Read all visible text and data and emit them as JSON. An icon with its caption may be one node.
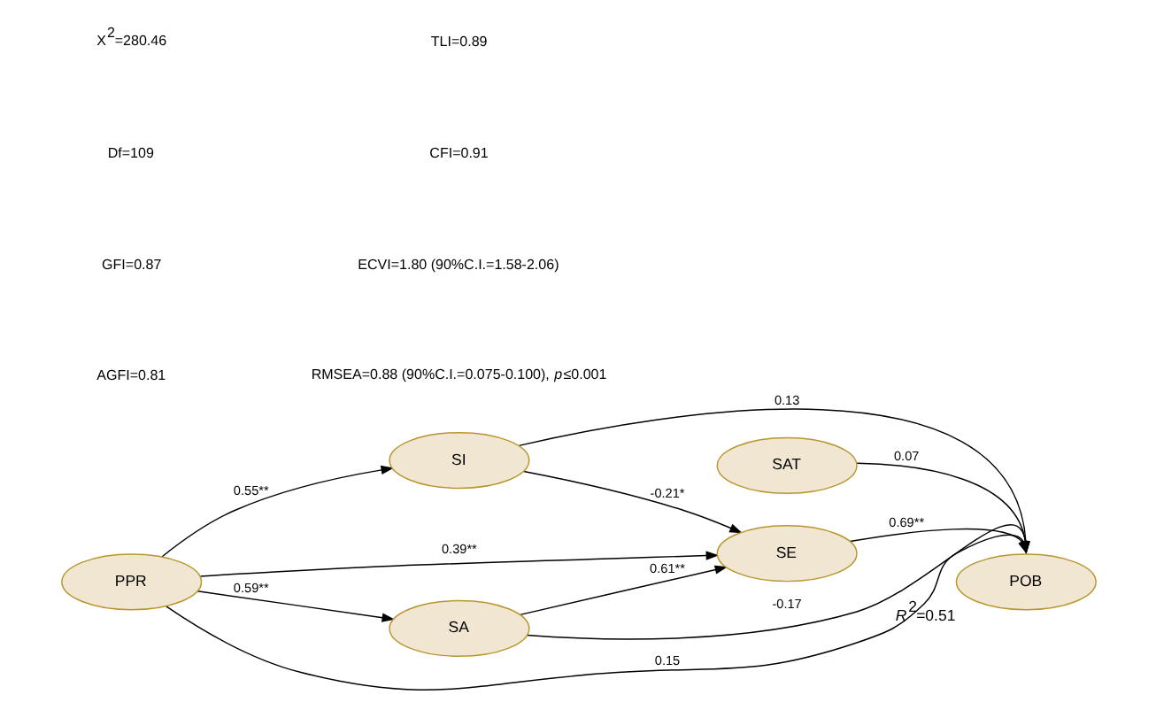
{
  "diagram": {
    "nodes": [
      {
        "text": [
          "SE"
        ]
      },
      {
        "text": [
          "SAT"
        ]
      },
      {
        "text": [
          "SI"
        ]
      },
      {
        "text": [
          "PPR"
        ]
      },
      {
        "text": [
          "POB"
        ],
        "beside": [
          "*R*$^{2}$=0.51"
        ]
      },
      {
        "text": [
          "SA"
        ]
      }
    ],
    "edges": [
      {
        "from": 3,
        "to": 0,
        "arrow": "to",
        "label": "0.39**"
      },
      {
        "from": 3,
        "to": 2,
        "arrow": "to",
        "label": "0.55**"
      },
      {
        "from": 3,
        "to": 4,
        "arrow": "to",
        "label": "0.15"
      },
      {
        "from": 3,
        "to": 5,
        "arrow": "to",
        "label": "0.59**"
      },
      {
        "from": 2,
        "to": 0,
        "arrow": "to",
        "label": "-0.21*"
      },
      {
        "from": 5,
        "to": 0,
        "arrow": "to",
        "label": "0.61**"
      },
      {
        "from": 0,
        "to": 4,
        "arrow": "to",
        "label": "0.69**"
      },
      {
        "from": 2,
        "to": 4,
        "arrow": "to",
        "label": "0.13"
      },
      {
        "from": 5,
        "to": 4,
        "arrow": "to",
        "label": "-0.17"
      },
      {
        "from": 1,
        "to": 4,
        "arrow": "to",
        "label": "0.07"
      }
    ],
    "labels": [
      "X$^{2}$=280.46",
      "TLI=0.89",
      "Df=109",
      "CFI=0.91",
      "GFI=0.87",
      "ECVI=1.80 (90%C.I.=1.58-2.06)",
      "AGFI=0.81",
      "RMSEA=0.88 (90%C.I.=0.075-0.100), *p*≤0.001"
    ]
  }
}
